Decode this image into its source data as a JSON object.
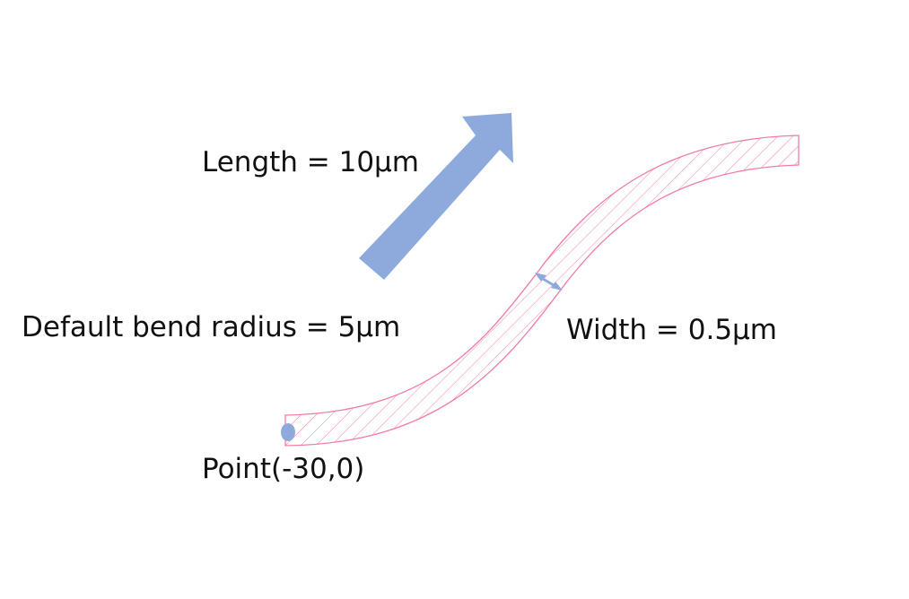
{
  "labels": {
    "length": "Length = 10μm",
    "bend_radius": "Default bend radius = 5μm",
    "width": "Width = 0.5μm",
    "point": "Point(-30,0)"
  },
  "colors": {
    "waveguide": "#f07aa8",
    "arrow": "#8eaadc",
    "point": "#8eaadc",
    "text": "#111111"
  }
}
